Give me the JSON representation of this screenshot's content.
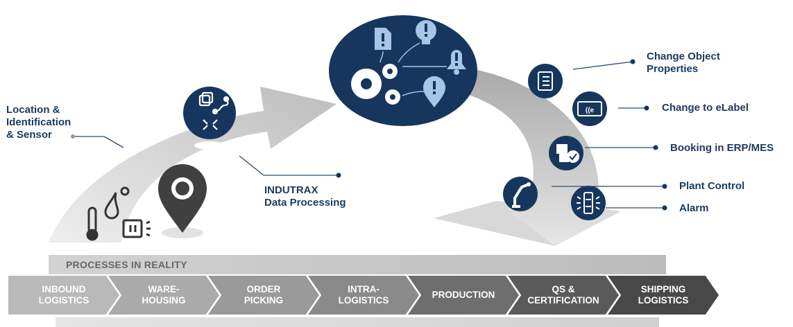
{
  "left_label": "Location &\nIdentification\n& Sensor",
  "processing_label": "INDUTRAX\nData Processing",
  "actions": [
    {
      "label": "Change Object\nProperties",
      "icon": "checklist-icon"
    },
    {
      "label": "Change to eLabel",
      "icon": "elabel-icon"
    },
    {
      "label": "Booking in ERP/MES",
      "icon": "box-check-icon"
    },
    {
      "label": "Plant Control",
      "icon": "robot-arm-icon"
    },
    {
      "label": "Alarm",
      "icon": "alarm-light-icon"
    }
  ],
  "bar_label": "PROCESSES IN REALITY",
  "stages": [
    {
      "label": "INBOUND\nLOGISTICS",
      "color": "#b9b9b9"
    },
    {
      "label": "WARE-\nHOUSING",
      "color": "#aaaaaa"
    },
    {
      "label": "ORDER\nPICKING",
      "color": "#9a9a9a"
    },
    {
      "label": "INTRA-\nLOGISTICS",
      "color": "#8a8a8a"
    },
    {
      "label": "PRODUCTION",
      "color": "#6e6e6e"
    },
    {
      "label": "QS &\nCERTIFICATION",
      "color": "#5a5a5a"
    },
    {
      "label": "SHIPPING\nLOGISTICS",
      "color": "#484848"
    }
  ],
  "colors": {
    "navy": "#17365d",
    "arrow": "#c8c8c8",
    "line": "#2a4a70"
  }
}
